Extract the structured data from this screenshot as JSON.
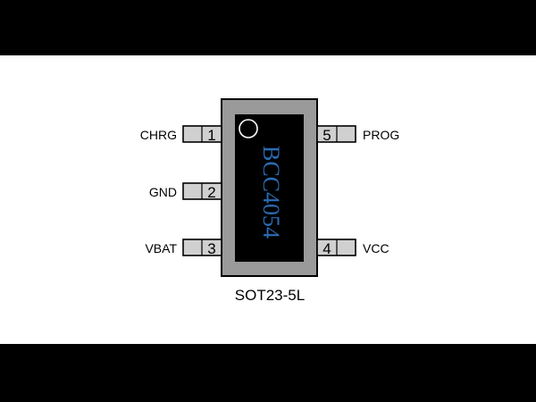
{
  "chip": {
    "marking": "BCC4054",
    "package": "SOT23-5L"
  },
  "pins": [
    {
      "number": "1",
      "label": "CHRG"
    },
    {
      "number": "2",
      "label": "GND"
    },
    {
      "number": "3",
      "label": "VBAT"
    },
    {
      "number": "4",
      "label": "VCC"
    },
    {
      "number": "5",
      "label": "PROG"
    }
  ],
  "colors": {
    "package_body": "#9a9a9a",
    "die": "#000000",
    "marking_text": "#2a6db5",
    "pin_fill": "#d0d0d0",
    "outline": "#000000",
    "background": "#ffffff",
    "letterbox": "#000000"
  }
}
